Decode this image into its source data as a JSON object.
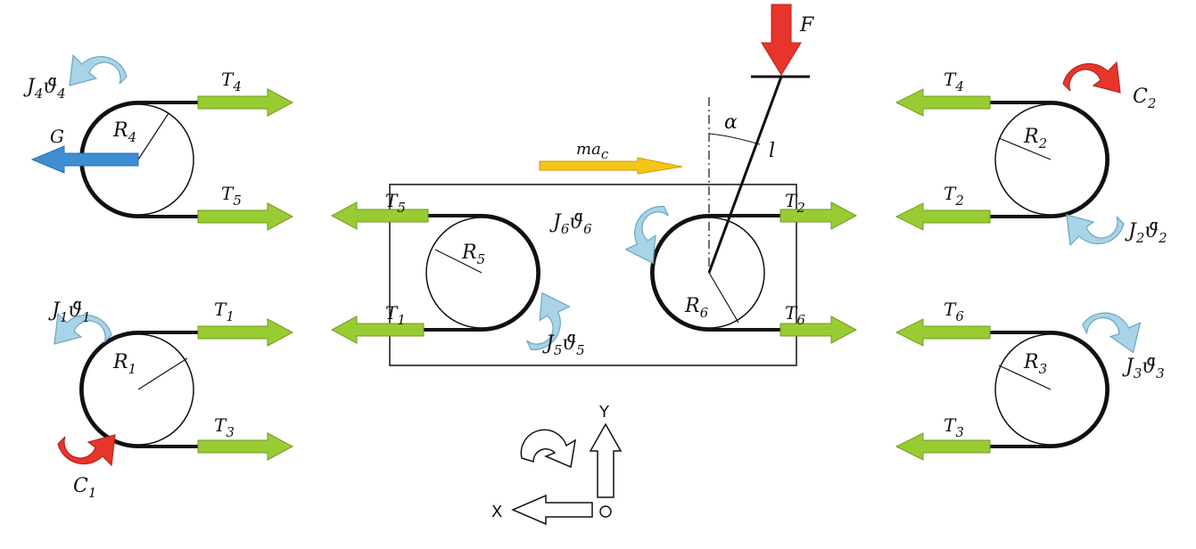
{
  "colors": {
    "tension_arrow": "#99cc33",
    "tension_stroke": "#6f9a1e",
    "moment_arrow": "#a9d3e6",
    "moment_stroke": "#6aa6c0",
    "torque_arrow": "#e8352b",
    "force_arrow": "#e8352b",
    "inertia_arrow": "#f5c518",
    "gravity_arrow": "#3d8fd1",
    "line": "#111111"
  },
  "labels": {
    "force": "F",
    "angle": "α",
    "length": "l",
    "inertia_force": {
      "main": "ma",
      "sub": "c"
    },
    "gravity": "G",
    "axis_x": "X",
    "axis_y": "Y",
    "R1": {
      "main": "R",
      "sub": "1"
    },
    "R2": {
      "main": "R",
      "sub": "2"
    },
    "R3": {
      "main": "R",
      "sub": "3"
    },
    "R4": {
      "main": "R",
      "sub": "4"
    },
    "R5": {
      "main": "R",
      "sub": "5"
    },
    "R6": {
      "main": "R",
      "sub": "6"
    },
    "T1a": {
      "main": "T",
      "sub": "1"
    },
    "T1b": {
      "main": "T",
      "sub": "1"
    },
    "T2a": {
      "main": "T",
      "sub": "2"
    },
    "T2b": {
      "main": "T",
      "sub": "2"
    },
    "T3a": {
      "main": "T",
      "sub": "3"
    },
    "T3b": {
      "main": "T",
      "sub": "3"
    },
    "T4a": {
      "main": "T",
      "sub": "4"
    },
    "T4b": {
      "main": "T",
      "sub": "4"
    },
    "T5a": {
      "main": "T",
      "sub": "5"
    },
    "T5b": {
      "main": "T",
      "sub": "5"
    },
    "T6a": {
      "main": "T",
      "sub": "6"
    },
    "T6b": {
      "main": "T",
      "sub": "6"
    },
    "C1": {
      "main": "C",
      "sub": "1"
    },
    "C2": {
      "main": "C",
      "sub": "2"
    },
    "J1": {
      "main": "J",
      "sub": "1",
      "sym": "ϑ̈",
      "symsub": "1"
    },
    "J2": {
      "main": "J",
      "sub": "2",
      "sym": "ϑ̈",
      "symsub": "2"
    },
    "J3": {
      "main": "J",
      "sub": "3",
      "sym": "ϑ̈",
      "symsub": "3"
    },
    "J4": {
      "main": "J",
      "sub": "4",
      "sym": "ϑ̈",
      "symsub": "4"
    },
    "J5": {
      "main": "J",
      "sub": "5",
      "sym": "ϑ̈",
      "symsub": "5"
    },
    "J6": {
      "main": "J",
      "sub": "6",
      "sym": "ϑ̈",
      "symsub": "6"
    }
  }
}
